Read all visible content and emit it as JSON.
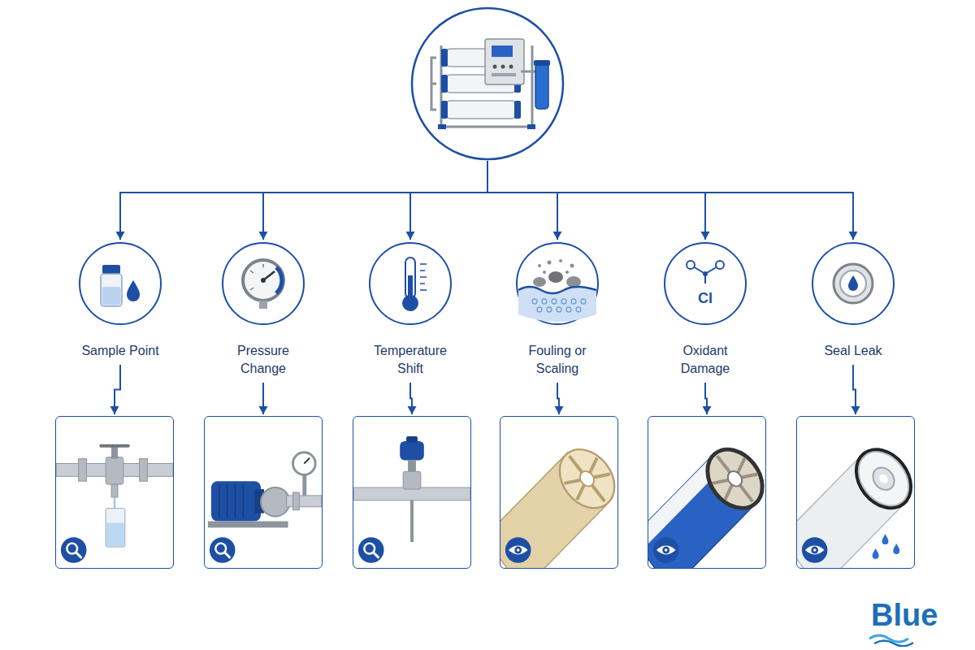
{
  "diagram": {
    "nodes": [
      {
        "text": []
      },
      {
        "text": [
          "Sample Point"
        ]
      },
      {
        "text": [
          "Pressure Change"
        ]
      },
      {
        "text": [
          "Temperature Shift"
        ]
      },
      {
        "text": [
          "Fouling or Scaling"
        ]
      },
      {
        "text": [
          "Cl",
          "Oxidant Damage"
        ]
      },
      {
        "text": [
          "Seal Leak"
        ]
      },
      {
        "text": []
      },
      {
        "text": []
      },
      {
        "text": []
      },
      {
        "text": []
      },
      {
        "text": []
      },
      {
        "text": []
      }
    ],
    "edges": [
      {
        "from": 0,
        "to": 1,
        "arrow": "to"
      },
      {
        "from": 0,
        "to": 2,
        "arrow": "to"
      },
      {
        "from": 0,
        "to": 3,
        "arrow": "to"
      },
      {
        "from": 0,
        "to": 4,
        "arrow": "to"
      },
      {
        "from": 0,
        "to": 5,
        "arrow": "to"
      },
      {
        "from": 0,
        "to": 6,
        "arrow": "to"
      },
      {
        "from": 1,
        "to": 7,
        "arrow": "to"
      },
      {
        "from": 2,
        "to": 8,
        "arrow": "to"
      },
      {
        "from": 3,
        "to": 9,
        "arrow": "to"
      },
      {
        "from": 4,
        "to": 10,
        "arrow": "to"
      },
      {
        "from": 5,
        "to": 11,
        "arrow": "to"
      },
      {
        "from": 6,
        "to": 12,
        "arrow": "to"
      }
    ],
    "labels": [
      "Blue"
    ]
  }
}
